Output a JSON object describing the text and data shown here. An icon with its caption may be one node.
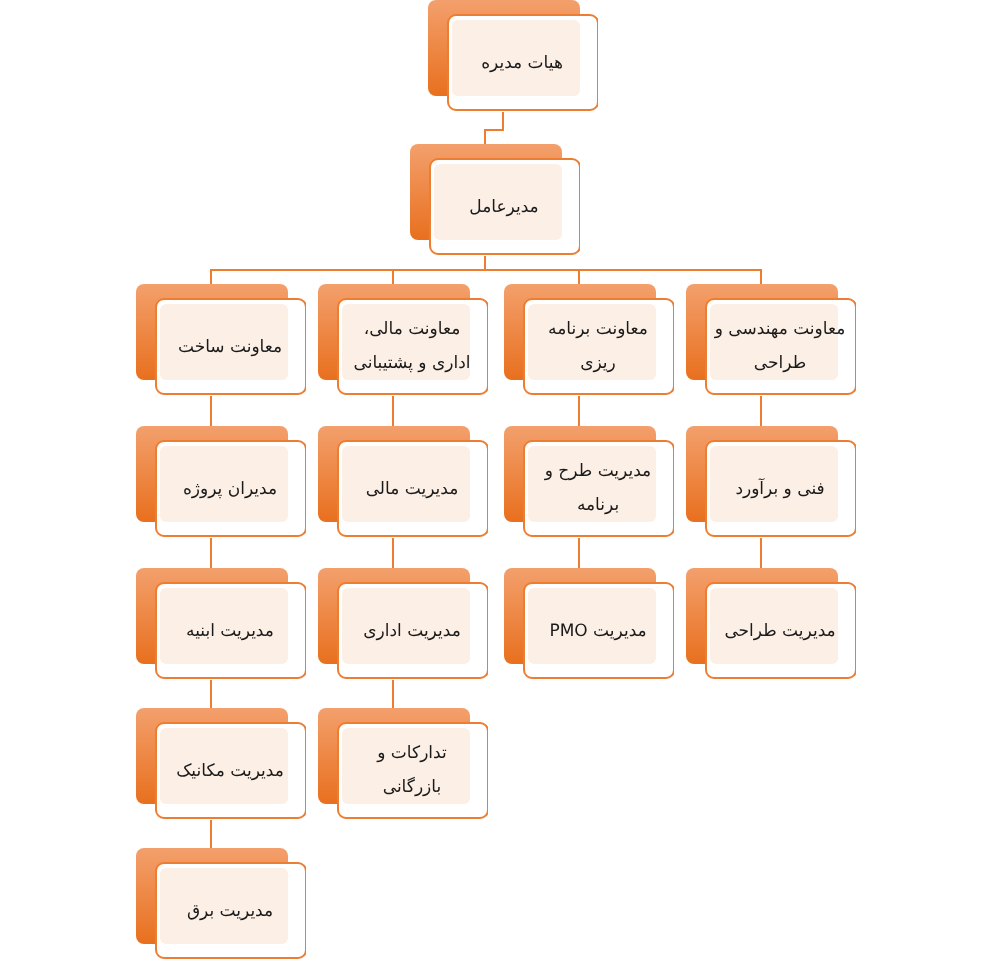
{
  "diagram": {
    "nodes": [
      {
        "text": [
          "هیات مدیره"
        ]
      },
      {
        "text": [
          "مدیرعامل"
        ]
      },
      {
        "text": [
          "معاونت مهندسی و طراحی"
        ]
      },
      {
        "text": [
          "معاونت برنامه ریزی"
        ]
      },
      {
        "text": [
          "معاونت مالی، اداری و پشتیبانی"
        ]
      },
      {
        "text": [
          "معاونت ساخت"
        ]
      },
      {
        "text": [
          "فنی و برآورد"
        ]
      },
      {
        "text": [
          "مدیریت طرح و برنامه"
        ]
      },
      {
        "text": [
          "مدیریت مالی"
        ]
      },
      {
        "text": [
          "مدیران پروژه"
        ]
      },
      {
        "text": [
          "مدیریت طراحی"
        ]
      },
      {
        "text": [
          "مدیریت PMO"
        ]
      },
      {
        "text": [
          "مدیریت اداری"
        ]
      },
      {
        "text": [
          "مدیریت ابنیه"
        ]
      },
      {
        "text": [
          "تدارکات و بازرگانی"
        ]
      },
      {
        "text": [
          "مدیریت مکانیک"
        ]
      },
      {
        "text": [
          "مدیریت برق"
        ]
      }
    ],
    "edges": [
      {
        "from": 0,
        "to": 1,
        "arrow": "none"
      },
      {
        "from": 1,
        "to": 2,
        "arrow": "none"
      },
      {
        "from": 1,
        "to": 3,
        "arrow": "none"
      },
      {
        "from": 1,
        "to": 4,
        "arrow": "none"
      },
      {
        "from": 1,
        "to": 5,
        "arrow": "none"
      },
      {
        "from": 2,
        "to": 6,
        "arrow": "none"
      },
      {
        "from": 6,
        "to": 10,
        "arrow": "none"
      },
      {
        "from": 3,
        "to": 7,
        "arrow": "none"
      },
      {
        "from": 7,
        "to": 11,
        "arrow": "none"
      },
      {
        "from": 4,
        "to": 8,
        "arrow": "none"
      },
      {
        "from": 8,
        "to": 12,
        "arrow": "none"
      },
      {
        "from": 12,
        "to": 14,
        "arrow": "none"
      },
      {
        "from": 5,
        "to": 9,
        "arrow": "none"
      },
      {
        "from": 9,
        "to": 13,
        "arrow": "none"
      },
      {
        "from": 13,
        "to": 15,
        "arrow": "none"
      },
      {
        "from": 15,
        "to": 16,
        "arrow": "none"
      }
    ]
  }
}
